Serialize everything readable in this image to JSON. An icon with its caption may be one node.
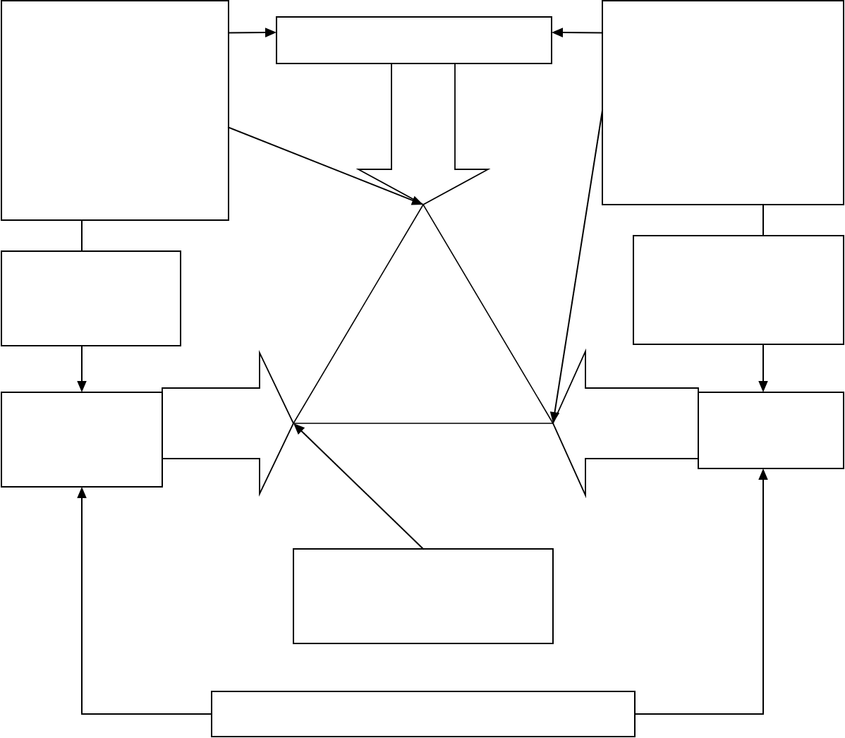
{
  "diagram": {
    "nodes": [
      {
        "text": [],
        "shape": "box"
      },
      {
        "text": [],
        "shape": "box"
      },
      {
        "text": [],
        "shape": "box"
      },
      {
        "text": [],
        "shape": "box"
      },
      {
        "text": [],
        "shape": "box"
      },
      {
        "text": [],
        "shape": "box"
      },
      {
        "text": [],
        "shape": "box"
      },
      {
        "text": [],
        "shape": "triangle"
      },
      {
        "text": [],
        "shape": "box"
      },
      {
        "text": [],
        "shape": "box"
      }
    ],
    "edges": [
      {
        "from": 0,
        "to": 1,
        "arrow": "to"
      },
      {
        "from": 2,
        "to": 1,
        "arrow": "to"
      },
      {
        "from": 1,
        "to": 7,
        "arrow": "to",
        "style": "thick"
      },
      {
        "from": 0,
        "to": 7,
        "arrow": "to"
      },
      {
        "from": 2,
        "to": 7,
        "arrow": "to"
      },
      {
        "from": 0,
        "to": 3,
        "arrow": "none"
      },
      {
        "from": 2,
        "to": 4,
        "arrow": "none"
      },
      {
        "from": 3,
        "to": 5,
        "arrow": "to"
      },
      {
        "from": 4,
        "to": 6,
        "arrow": "to"
      },
      {
        "from": 5,
        "to": 7,
        "arrow": "to",
        "style": "thick"
      },
      {
        "from": 6,
        "to": 7,
        "arrow": "to",
        "style": "thick"
      },
      {
        "from": 8,
        "to": 7,
        "arrow": "to"
      },
      {
        "from": 9,
        "to": 5,
        "arrow": "to"
      },
      {
        "from": 9,
        "to": 6,
        "arrow": "to"
      }
    ]
  }
}
